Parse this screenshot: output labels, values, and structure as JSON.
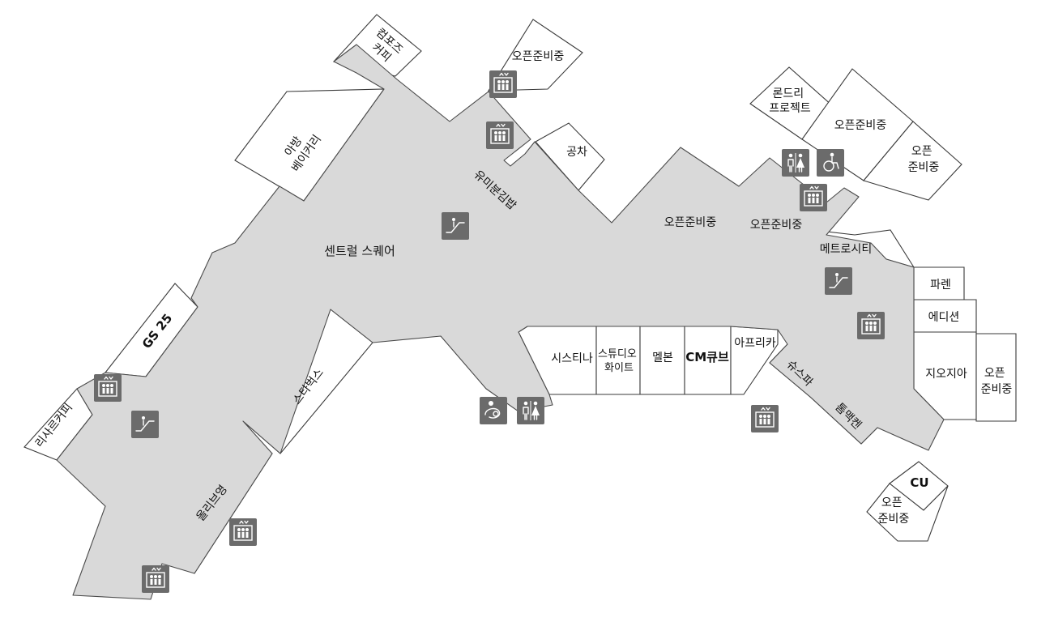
{
  "map": {
    "corridor_label": "센트럴 스퀘어",
    "stores": [
      {
        "id": "compose",
        "lines": [
          "컴포즈",
          "커피"
        ]
      },
      {
        "id": "open-top1",
        "lines": [
          "오픈준비중"
        ]
      },
      {
        "id": "abang",
        "lines": [
          "아방",
          "베이커리"
        ]
      },
      {
        "id": "gongcha",
        "lines": [
          "공차"
        ]
      },
      {
        "id": "yumi",
        "lines": [
          "유미분김밥"
        ]
      },
      {
        "id": "laundry",
        "lines": [
          "론드리",
          "프로젝트"
        ]
      },
      {
        "id": "open-right1",
        "lines": [
          "오픈준비중"
        ]
      },
      {
        "id": "open-right2",
        "lines": [
          "오픈",
          "준비중"
        ]
      },
      {
        "id": "open-mid1",
        "lines": [
          "오픈준비중"
        ]
      },
      {
        "id": "open-mid2",
        "lines": [
          "오픈준비중"
        ]
      },
      {
        "id": "metrocity",
        "lines": [
          "메트로시티"
        ]
      },
      {
        "id": "parren",
        "lines": [
          "파렌"
        ]
      },
      {
        "id": "edition",
        "lines": [
          "에디션"
        ]
      },
      {
        "id": "giordano",
        "lines": [
          "지오지아"
        ]
      },
      {
        "id": "open-right3",
        "lines": [
          "오픈",
          "준비중"
        ]
      },
      {
        "id": "gs25",
        "lines": [
          "GS 25"
        ]
      },
      {
        "id": "starbucks",
        "lines": [
          "스타벅스"
        ]
      },
      {
        "id": "sistina",
        "lines": [
          "시스티나"
        ]
      },
      {
        "id": "studio-white",
        "lines": [
          "스튜디오",
          "화이트"
        ]
      },
      {
        "id": "melbon",
        "lines": [
          "멜본"
        ]
      },
      {
        "id": "cmcube",
        "lines": [
          "CM큐브"
        ]
      },
      {
        "id": "africa",
        "lines": [
          "아프리카"
        ]
      },
      {
        "id": "suspa",
        "lines": [
          "슈스파"
        ]
      },
      {
        "id": "tommeken",
        "lines": [
          "톰맥켄"
        ]
      },
      {
        "id": "cu",
        "lines": [
          "CU"
        ]
      },
      {
        "id": "open-bottom",
        "lines": [
          "오픈",
          "준비중"
        ]
      },
      {
        "id": "resort",
        "lines": [
          "리사르커피"
        ]
      },
      {
        "id": "oliveyoung",
        "lines": [
          "올리브영"
        ]
      }
    ],
    "icons": [
      {
        "type": "elevator-icon"
      },
      {
        "type": "escalator-icon"
      },
      {
        "type": "restroom-icon"
      },
      {
        "type": "accessible-restroom-icon"
      },
      {
        "type": "nursing-room-icon"
      }
    ],
    "colors": {
      "corridor": "#d9d9d9",
      "icon": "#6b6b6b",
      "store": "#ffffff"
    }
  }
}
